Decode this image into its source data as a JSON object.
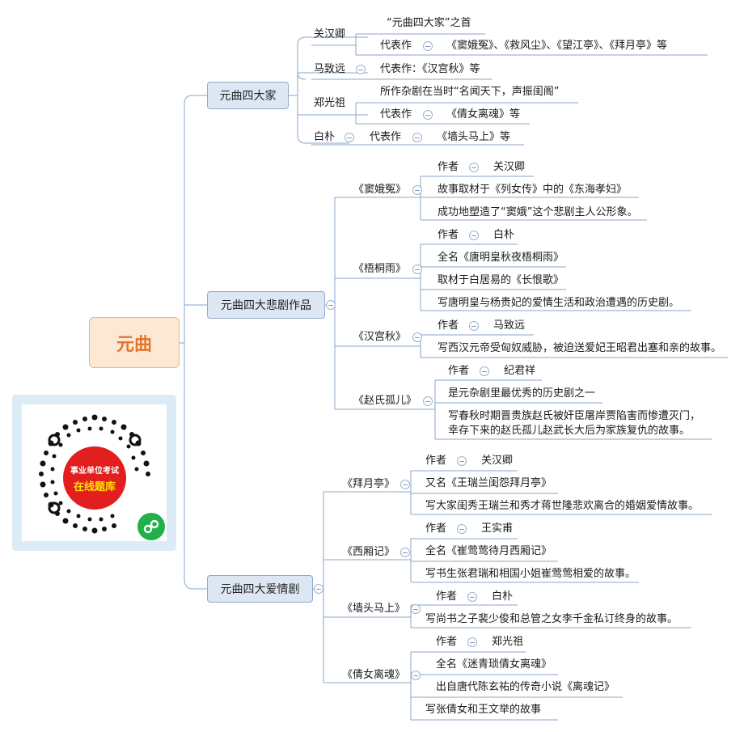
{
  "root": "元曲",
  "branches": {
    "four_masters": {
      "title": "元曲四大家",
      "guan_hanqing": {
        "name": "关汉卿",
        "first": "“元曲四大家”之首",
        "works_label": "代表作",
        "works": "《窦娥冤》、《救风尘》、《望江亭》、《拜月亭》等"
      },
      "ma_zhiyuan": {
        "name": "马致远",
        "works": "代表作：《汉宫秋》等"
      },
      "zheng_guangzu": {
        "name": "郑光祖",
        "fame": "所作杂剧在当时“名闻天下，声振闺阁”",
        "works_label": "代表作",
        "works": "《倩女离魂》等"
      },
      "bai_pu": {
        "name": "白朴",
        "works_label": "代表作",
        "works": "《墙头马上》等"
      }
    },
    "tragedies": {
      "title": "元曲四大悲剧作品",
      "dou_e": {
        "name": "《窦娥冤》",
        "author_label": "作者",
        "author": "关汉卿",
        "d1": "故事取材于《列女传》中的《东海孝妇》",
        "d2": "成功地塑造了“窦娥”这个悲剧主人公形象。"
      },
      "wutong": {
        "name": "《梧桐雨》",
        "author_label": "作者",
        "author": "白朴",
        "d1": "全名《唐明皇秋夜梧桐雨》",
        "d2": "取材于白居易的《长恨歌》",
        "d3": "写唐明皇与杨贵妃的爱情生活和政治遭遇的历史剧。"
      },
      "hangong": {
        "name": "《汉宫秋》",
        "author_label": "作者",
        "author": "马致远",
        "d1": "写西汉元帝受匈奴威胁，被迫送爱妃王昭君出塞和亲的故事。"
      },
      "zhaoshi": {
        "name": "《赵氏孤儿》",
        "author_label": "作者",
        "author": "纪君祥",
        "d1": "是元杂剧里最优秀的历史剧之一",
        "d2a": "写春秋时期晋贵族赵氏被奸臣屠岸贾陷害而惨遭灭门，",
        "d2b": "幸存下来的赵氏孤儿赵武长大后为家族复仇的故事。"
      }
    },
    "love": {
      "title": "元曲四大爱情剧",
      "baiyue": {
        "name": "《拜月亭》",
        "author_label": "作者",
        "author": "关汉卿",
        "d1": "又名《王瑞兰闺怨拜月亭》",
        "d2": "写大家闺秀王瑞兰和秀才蒋世隆悲欢离合的婚姻爱情故事。"
      },
      "xixiang": {
        "name": "《西厢记》",
        "author_label": "作者",
        "author": "王实甫",
        "d1": "全名《崔莺莺待月西厢记》",
        "d2": "写书生张君瑞和相国小姐崔莺莺相爱的故事。"
      },
      "qiangtou": {
        "name": "《墙头马上》",
        "author_label": "作者",
        "author": "白朴",
        "d1": "写尚书之子裴少俊和总管之女李千金私订终身的故事。"
      },
      "qiannv": {
        "name": "《倩女离魂》",
        "author_label": "作者",
        "author": "郑光祖",
        "d1": "全名《迷青琐倩女离魂》",
        "d2": "出自唐代陈玄祐的传奇小说《离魂记》",
        "d3": "写张倩女和王文举的故事"
      }
    }
  },
  "qr": {
    "line1": "事业单位考试",
    "line2": "在线题库"
  },
  "colors": {
    "line": "#7f9bbf",
    "main_fill": "#dde7f4",
    "root_fill": "#fde8d6",
    "root_text": "#e2742c"
  }
}
